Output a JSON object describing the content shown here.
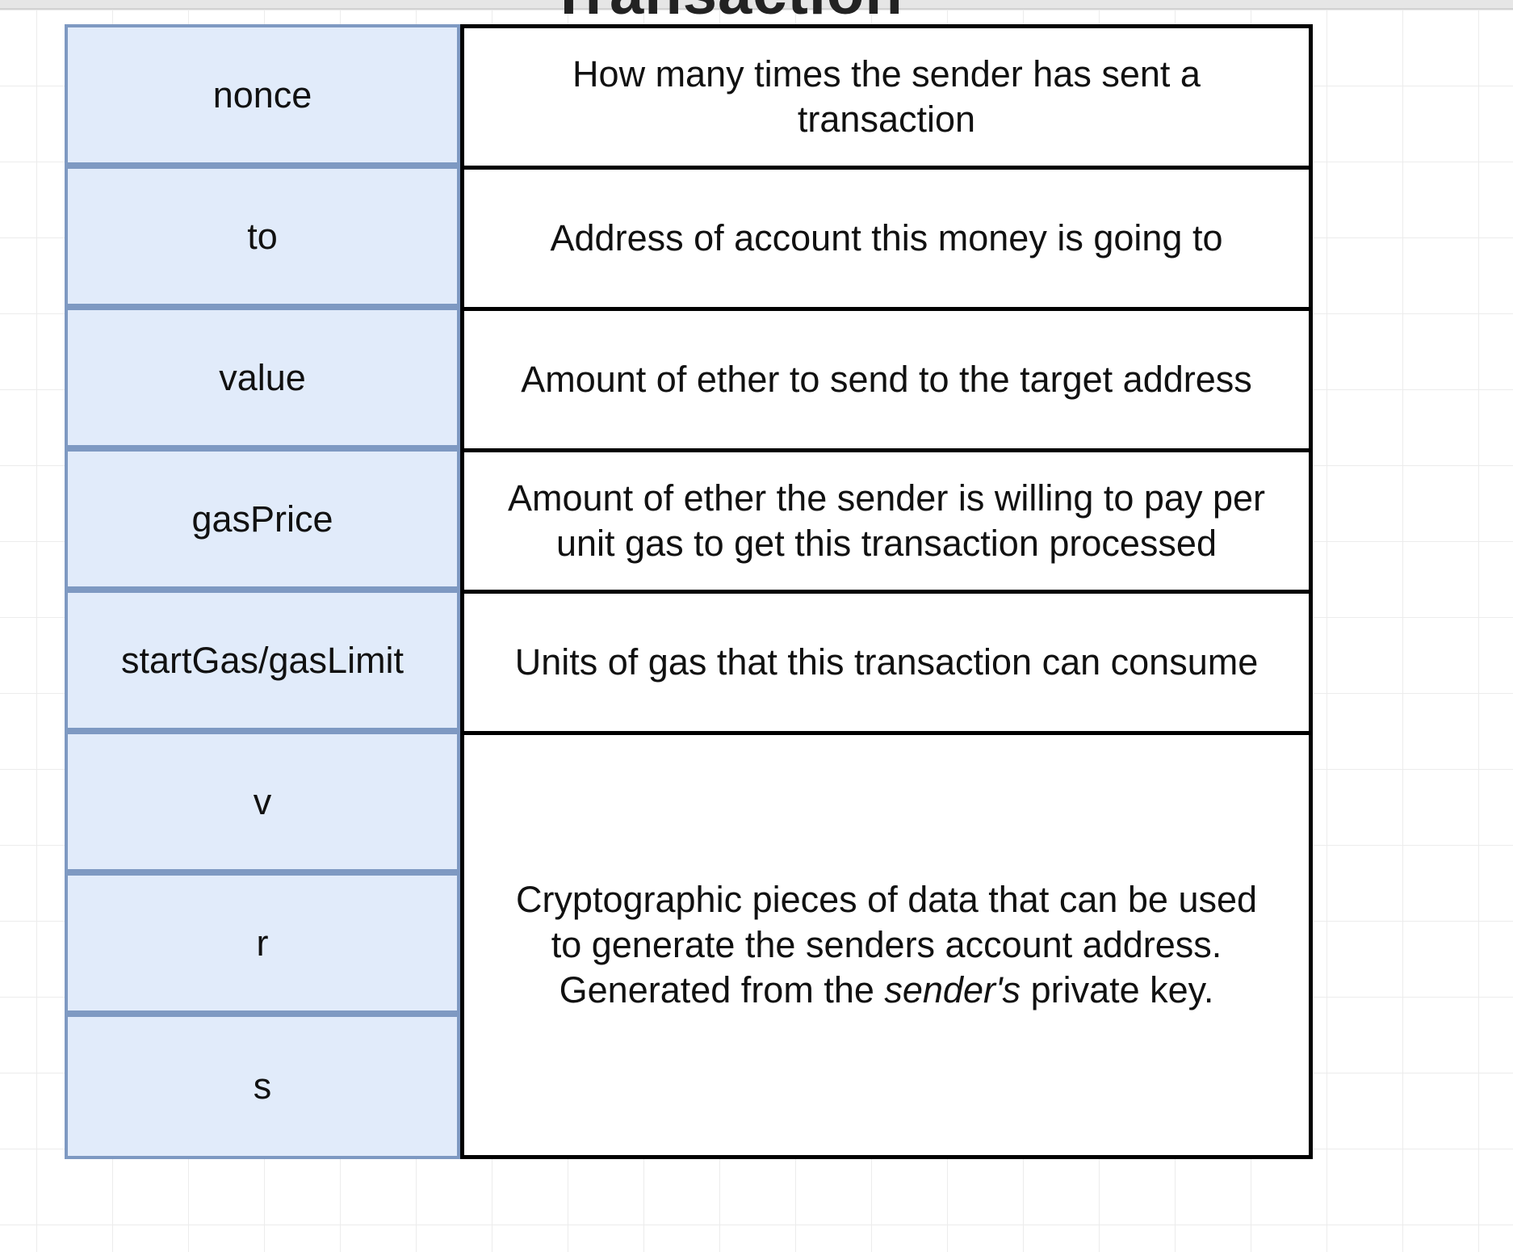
{
  "title": "Transaction",
  "fields": [
    {
      "name": "nonce",
      "description": [
        "How many times the sender has sent a",
        "transaction"
      ]
    },
    {
      "name": "to",
      "description": [
        "Address of account this money is going to"
      ]
    },
    {
      "name": "value",
      "description": [
        "Amount of ether to send to the target address"
      ]
    },
    {
      "name": "gasPrice",
      "description": [
        "Amount of ether the sender is willing to pay per",
        "unit gas to get this transaction processed"
      ]
    },
    {
      "name": "startGas/gasLimit",
      "description": [
        "Units of gas that this transaction can consume"
      ]
    },
    {
      "name": "v"
    },
    {
      "name": "r"
    },
    {
      "name": "s"
    }
  ],
  "signature_description": {
    "line1": "Cryptographic pieces of data that can be used",
    "line2": "to generate the senders account address.",
    "line3_prefix": "Generated from the ",
    "line3_emphasis": "sender's",
    "line3_suffix": " private key."
  }
}
